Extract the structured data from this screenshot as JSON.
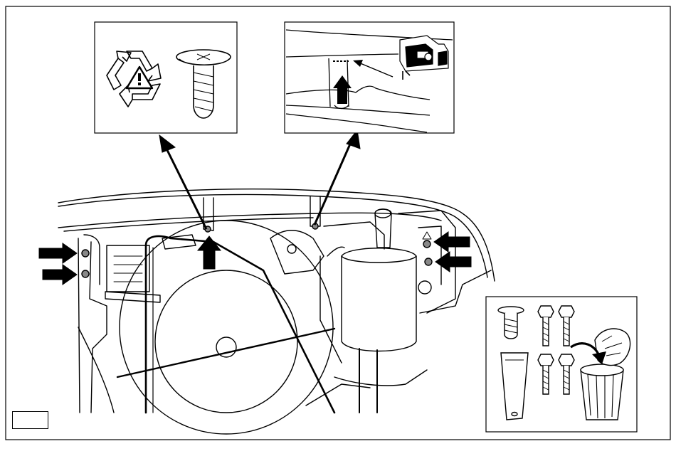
{
  "figure": {
    "kind": "technical-instruction-illustration",
    "line_color": "#000000",
    "background": "#ffffff",
    "insets": [
      {
        "id": "recycle-screw",
        "icons": [
          "recycle-icon",
          "warning-icon",
          "plastic-screw-icon"
        ]
      },
      {
        "id": "cut-with-jigsaw",
        "icons": [
          "jigsaw-icon",
          "cut-line",
          "up-arrow-icon"
        ]
      },
      {
        "id": "discard-parts",
        "icons": [
          "plastic-screw-icon",
          "bolt-icon",
          "bracket-icon",
          "trash-bin-icon"
        ]
      }
    ],
    "callout_arrows": 6,
    "label_box_text": ""
  }
}
